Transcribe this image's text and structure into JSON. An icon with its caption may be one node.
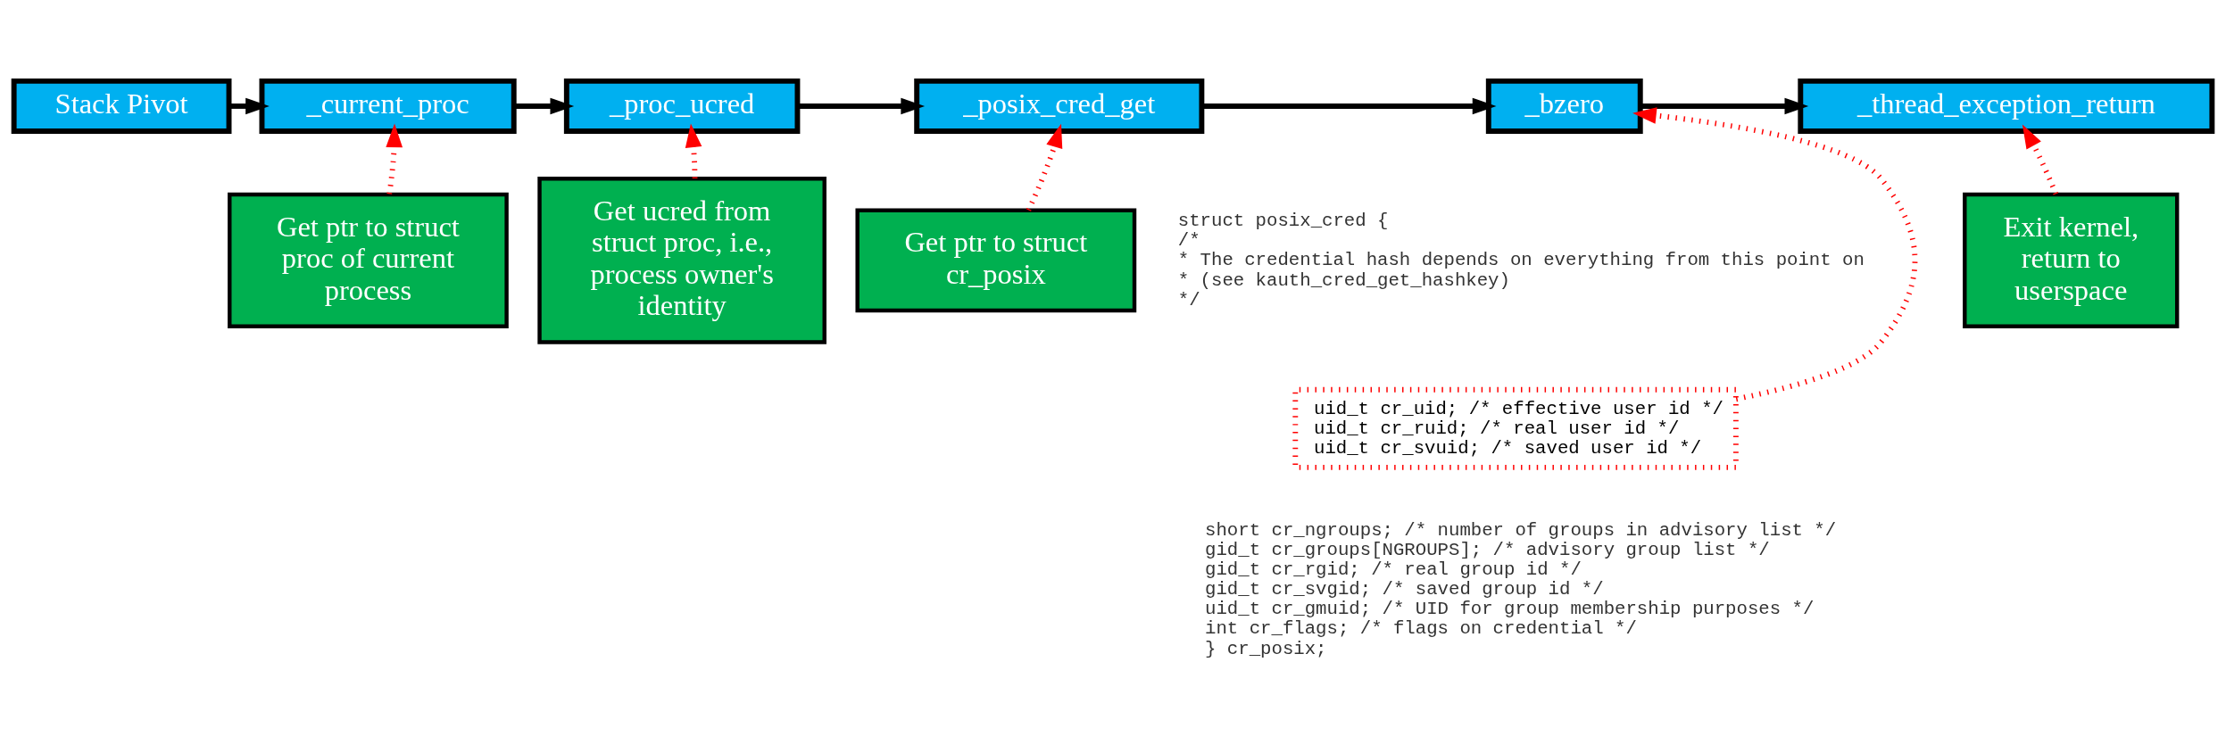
{
  "diagram": {
    "nodes": [
      {
        "text": [
          "Stack Pivot"
        ]
      },
      {
        "text": [
          "_current_proc"
        ]
      },
      {
        "text": [
          "_proc_ucred"
        ]
      },
      {
        "text": [
          "_posix_cred_get"
        ]
      },
      {
        "text": [
          "_bzero"
        ]
      },
      {
        "text": [
          "_thread_exception_return"
        ]
      },
      {
        "text": [
          "Get ptr to struct proc of current process"
        ]
      },
      {
        "text": [
          "Get ucred from struct proc, i.e., process owner's identity"
        ]
      },
      {
        "text": [
          "Get ptr to struct cr_posix"
        ]
      },
      {
        "text": [
          "Exit kernel, return to userspace"
        ]
      },
      {
        "text": [
          "uid_t cr_uid; /* effective user id */",
          "uid_t cr_ruid; /* real user id */",
          "uid_t cr_svuid; /* saved user id */"
        ]
      }
    ],
    "edges": [
      {
        "from": 0,
        "to": 1,
        "arrow": "to"
      },
      {
        "from": 1,
        "to": 2,
        "arrow": "to"
      },
      {
        "from": 2,
        "to": 3,
        "arrow": "to"
      },
      {
        "from": 3,
        "to": 4,
        "arrow": "to"
      },
      {
        "from": 4,
        "to": 5,
        "arrow": "to"
      },
      {
        "from": 6,
        "to": 1,
        "arrow": "to",
        "style": "dashed",
        "color": "#ff0000"
      },
      {
        "from": 7,
        "to": 2,
        "arrow": "to",
        "style": "dashed",
        "color": "#ff0000"
      },
      {
        "from": 8,
        "to": 3,
        "arrow": "to",
        "style": "dashed",
        "color": "#ff0000"
      },
      {
        "from": 10,
        "to": 4,
        "arrow": "to",
        "style": "dashed",
        "color": "#ff0000"
      },
      {
        "from": 9,
        "to": 5,
        "arrow": "to",
        "style": "dashed",
        "color": "#ff0000"
      }
    ],
    "labels": [
      "struct posix_cred {",
      "/*",
      "* The credential hash depends on everything from this point on",
      "* (see kauth_cred_get_hashkey)",
      "*/",
      "short cr_ngroups; /* number of groups in advisory list */",
      "gid_t cr_groups[NGROUPS]; /* advisory group list */",
      "gid_t cr_rgid; /* real group id */",
      "gid_t cr_svgid; /* saved group id */",
      "uid_t cr_gmuid; /* UID for group membership purposes */",
      "int cr_flags; /* flags on credential */",
      "} cr_posix;"
    ]
  }
}
